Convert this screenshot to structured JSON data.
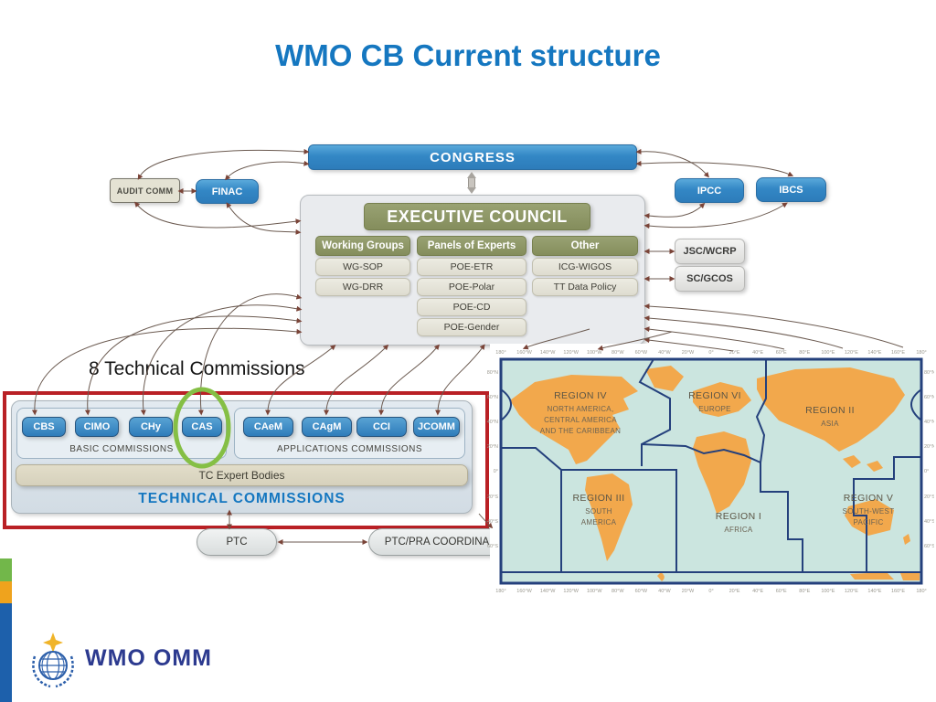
{
  "slide": {
    "title": "WMO CB Current structure"
  },
  "chart": {
    "congress": "CONGRESS",
    "audit_comm": "AUDIT COMM",
    "finac": "FINAC",
    "ipcc": "IPCC",
    "ibcs": "IBCS",
    "jsc_wcrp": "JSC/WCRP",
    "sc_gcos": "SC/GCOS",
    "ec": {
      "title": "EXECUTIVE COUNCIL",
      "col1": {
        "header": "Working Groups",
        "items": [
          "WG-SOP",
          "WG-DRR"
        ]
      },
      "col2": {
        "header": "Panels of Experts",
        "items": [
          "POE-ETR",
          "POE-Polar",
          "POE-CD",
          "POE-Gender"
        ]
      },
      "col3": {
        "header": "Other",
        "items": [
          "ICG-WIGOS",
          "TT Data Policy"
        ]
      }
    }
  },
  "tc": {
    "annotation": "8 Technical Commissions",
    "basic_label": "BASIC COMMISSIONS",
    "basic_items": [
      "CBS",
      "CIMO",
      "CHy",
      "CAS"
    ],
    "applications_label": "APPLICATIONS COMMISSIONS",
    "applications_items": [
      "CAeM",
      "CAgM",
      "CCI",
      "JCOMM"
    ],
    "expert_bodies": "TC Expert Bodies",
    "title": "TECHNICAL COMMISSIONS",
    "highlighted_commission": "CAS"
  },
  "coordination": {
    "ptc": "PTC",
    "ptc_pra": "PTC/PRA COORDINA"
  },
  "map": {
    "regions": {
      "r4": {
        "name": "REGION IV",
        "line1": "NORTH AMERICA,",
        "line2": "CENTRAL AMERICA",
        "line3": "AND THE CARIBBEAN"
      },
      "r6": {
        "name": "REGION VI",
        "line1": "EUROPE"
      },
      "r2": {
        "name": "REGION II",
        "line1": "ASIA"
      },
      "r3": {
        "name": "REGION III",
        "line1": "SOUTH",
        "line2": "AMERICA"
      },
      "r1": {
        "name": "REGION I",
        "line1": "AFRICA"
      },
      "r5": {
        "name": "REGION V",
        "line1": "SOUTH-WEST",
        "line2": "PACIFIC"
      }
    },
    "lon_labels": [
      "180°",
      "160°W",
      "140°W",
      "120°W",
      "100°W",
      "80°W",
      "60°W",
      "40°W",
      "20°W",
      "0°",
      "20°E",
      "40°E",
      "60°E",
      "80°E",
      "100°E",
      "120°E",
      "140°E",
      "160°E",
      "180°"
    ],
    "lat_labels": [
      "80°N",
      "60°N",
      "40°N",
      "20°N",
      "0°",
      "20°S",
      "40°S",
      "60°S"
    ]
  },
  "logo": {
    "text": "WMO OMM"
  },
  "colors": {
    "title_blue": "#1577c0",
    "box_blue": "#2f7cba",
    "olive": "#8b9364",
    "highlight_red": "#b92025",
    "highlight_green": "#85bf45",
    "map_land": "#f2a84c",
    "map_ocean": "#cbe5df",
    "map_border": "#24407c"
  }
}
